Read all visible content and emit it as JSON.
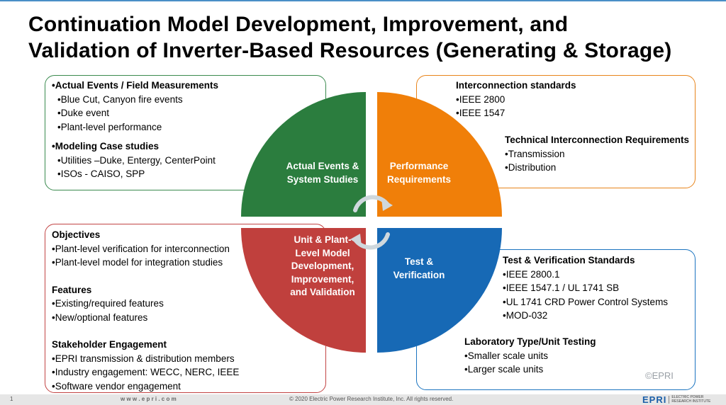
{
  "slide": {
    "title_line1": "Continuation Model Development, Improvement, and",
    "title_line2": "Validation of Inverter-Based Resources (Generating & Storage)"
  },
  "top_left": {
    "h1": "Actual Events / Field Measurements",
    "items1": [
      "Blue Cut, Canyon fire events",
      "Duke event",
      "Plant-level performance"
    ],
    "h2": "Modeling Case studies",
    "items2": [
      "Utilities –Duke, Entergy, CenterPoint",
      "ISOs - CAISO, SPP"
    ]
  },
  "top_right": {
    "h1": "Interconnection standards",
    "items1": [
      "•IEEE 2800",
      "•IEEE 1547"
    ],
    "h2": "Technical Interconnection Requirements",
    "items2": [
      "•Transmission",
      "•Distribution"
    ]
  },
  "bottom_left": {
    "h1": "Objectives",
    "items1": [
      "Plant-level verification for interconnection",
      "Plant-level model for integration studies"
    ],
    "h2": "Features",
    "items2": [
      "Existing/required features",
      "New/optional features"
    ],
    "h3": "Stakeholder Engagement",
    "items3": [
      "EPRI transmission & distribution members",
      "Industry engagement: WECC, NERC, IEEE",
      "Software vendor engagement"
    ]
  },
  "bottom_right": {
    "h1": "Test & Verification Standards",
    "items1": [
      "•IEEE 2800.1",
      "•IEEE 1547.1 / UL 1741 SB",
      "•UL 1741 CRD Power Control Systems",
      "•MOD-032"
    ],
    "h2": "Laboratory Type/Unit Testing",
    "items2": [
      "•Smaller scale units",
      "•Larger scale units"
    ]
  },
  "wheel": {
    "q1": [
      "Actual Events &",
      "System Studies"
    ],
    "q2": [
      "Performance",
      "Requirements"
    ],
    "q3": [
      "Test &",
      "Verification"
    ],
    "q4": [
      "Unit & Plant-",
      "Level Model",
      "Development,",
      "Improvement,",
      "and Validation"
    ],
    "colors": {
      "green": "#2b7d3e",
      "orange": "#f07f09",
      "blue": "#1769b5",
      "red": "#c0403d"
    }
  },
  "footer": {
    "page": "1",
    "site": "w w w . e p r i . c o m",
    "copyright": "© 2020 Electric Power Research Institute, Inc. All rights reserved.",
    "logo": "EPRI",
    "logo_sub1": "ELECTRIC POWER",
    "logo_sub2": "RESEARCH INSTITUTE"
  },
  "watermark": "©EPRI"
}
